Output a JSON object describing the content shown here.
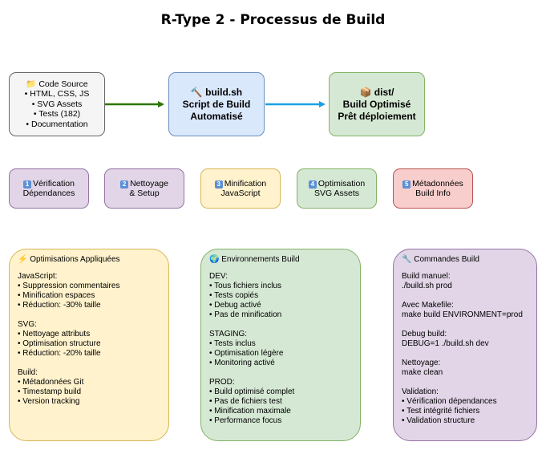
{
  "title": "R-Type 2 - Processus de Build",
  "flow": {
    "source": {
      "icon": "folder-icon",
      "lines": [
        "📁 Code Source",
        "• HTML, CSS, JS",
        "• SVG Assets",
        "• Tests (182)",
        "• Documentation"
      ]
    },
    "script": {
      "icon": "hammer-icon",
      "lines": [
        "🔨 build.sh",
        "Script de Build",
        "Automatisé"
      ]
    },
    "dist": {
      "icon": "package-icon",
      "lines": [
        "📦 dist/",
        "Build Optimisé",
        "Prêt déploiement"
      ]
    }
  },
  "steps": [
    {
      "num": "1",
      "line1": "Vérification",
      "line2": "Dépendances",
      "fill": "#e1d5e7",
      "stroke": "#9673a6"
    },
    {
      "num": "2",
      "line1": "Nettoyage",
      "line2": "& Setup",
      "fill": "#e1d5e7",
      "stroke": "#9673a6"
    },
    {
      "num": "3",
      "line1": "Minification",
      "line2": "JavaScript",
      "fill": "#fff2cc",
      "stroke": "#d6b656"
    },
    {
      "num": "4",
      "line1": "Optimisation",
      "line2": "SVG Assets",
      "fill": "#d5e8d4",
      "stroke": "#82b366"
    },
    {
      "num": "5",
      "line1": "Métadonnées",
      "line2": "Build Info",
      "fill": "#f8cecc",
      "stroke": "#b85450"
    }
  ],
  "panels": {
    "optimisations": {
      "icon": "lightning-icon",
      "title": "⚡ Optimisations Appliquées",
      "sections": [
        [
          "JavaScript:",
          "• Suppression commentaires",
          "• Minification espaces",
          "• Réduction: -30% taille"
        ],
        [
          "SVG:",
          "• Nettoyage attributs",
          "• Optimisation structure",
          "• Réduction: -20% taille"
        ],
        [
          "Build:",
          "• Métadonnées Git",
          "• Timestamp build",
          "• Version tracking"
        ]
      ]
    },
    "environnements": {
      "icon": "globe-icon",
      "title": "🌍 Environnements Build",
      "sections": [
        [
          "DEV:",
          "• Tous fichiers inclus",
          "• Tests copiés",
          "• Debug activé",
          "• Pas de minification"
        ],
        [
          "STAGING:",
          "• Tests inclus",
          "• Optimisation légère",
          "• Monitoring activé"
        ],
        [
          "PROD:",
          "• Build optimisé complet",
          "• Pas de fichiers test",
          "• Minification maximale",
          "• Performance focus"
        ]
      ]
    },
    "commandes": {
      "icon": "wrench-icon",
      "title": "🔧 Commandes Build",
      "sections": [
        [
          "Build manuel:",
          "./build.sh prod"
        ],
        [
          "Avec Makefile:",
          "make build ENVIRONMENT=prod"
        ],
        [
          "Debug build:",
          "DEBUG=1 ./build.sh dev"
        ],
        [
          "Nettoyage:",
          "make clean"
        ],
        [
          "Validation:",
          "• Vérification dépendances",
          "• Test intégrité fichiers",
          "• Validation structure"
        ]
      ]
    }
  },
  "colors": {
    "source_fill": "#f5f5f5",
    "script_fill": "#dae8fc",
    "dist_fill": "#d5e8d4",
    "arrow1": "#2d7600",
    "arrow2": "#1ba1e2",
    "panel_opt_fill": "#fff2cc",
    "panel_opt_stroke": "#d6b656",
    "panel_env_fill": "#d5e8d4",
    "panel_env_stroke": "#82b366",
    "panel_cmd_fill": "#e1d5e7",
    "panel_cmd_stroke": "#9673a6"
  }
}
